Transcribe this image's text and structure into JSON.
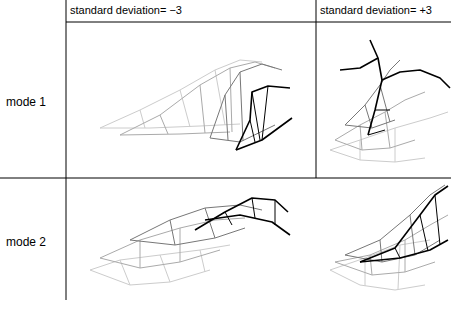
{
  "diagram": {
    "labels": [
      "standard deviation= −3",
      "standard deviation= +3",
      "mode 1",
      "mode 2"
    ]
  }
}
